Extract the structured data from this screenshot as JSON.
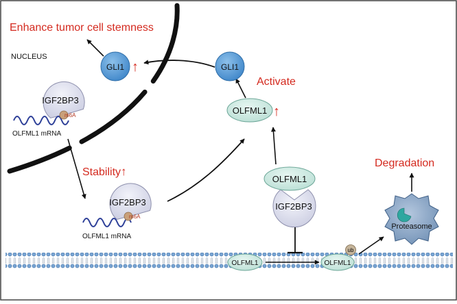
{
  "labels": {
    "enhance": "Enhance tumor cell stemness",
    "nucleus": "NUCLEUS",
    "gli1_nuc": "GLI1",
    "gli1_cyto": "GLI1",
    "activate": "Activate",
    "olfml1_main": "OLFML1",
    "igf2bp3_nuc": "IGF2BP3",
    "m6a_nuc": "m6A",
    "mrna_nuc": "OLFML1 mRNA",
    "stability": "Stability",
    "igf2bp3_cyto": "IGF2BP3",
    "m6a_cyto": "m6A",
    "mrna_cyto": "OLFML1 mRNA",
    "olfml1_complex": "OLFML1",
    "igf2bp3_complex": "IGF2BP3",
    "degradation": "Degradation",
    "proteasome": "Proteasome",
    "olfml1_membrane_left": "OLFML1",
    "olfml1_membrane_right": "OLFML1",
    "ub": "ub",
    "up_arrow": "↑"
  },
  "colors": {
    "red": "#d42a1f",
    "gli1_fill": "#5b9bd5",
    "olfml1_fill": "#cfeae3",
    "igf2bp3_fill": "#e1e2ef",
    "proteasome_fill": "#8da8c6",
    "mrna": "#2d3f98",
    "m6a_fill": "#c9a07a",
    "membrane_head": "#7aa6d4",
    "ub_fill": "#c5b49a"
  }
}
